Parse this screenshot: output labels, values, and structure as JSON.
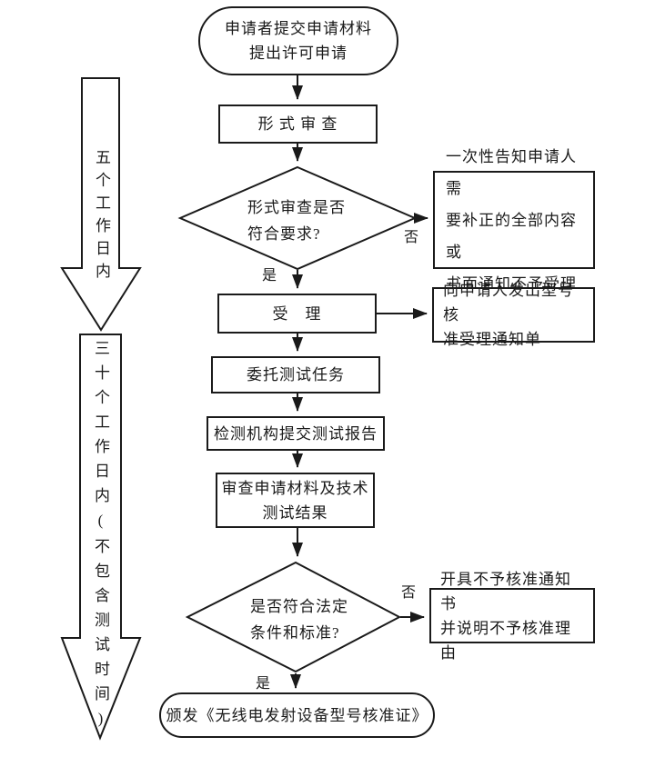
{
  "colors": {
    "line": "#1a1a1a",
    "background": "#ffffff"
  },
  "timeline": [
    {
      "label": "五个工作日内"
    },
    {
      "label": "三十个工作日内(不包含测试时间)"
    }
  ],
  "nodes": {
    "start": {
      "line1": "申请者提交申请材料",
      "line2": "提出许可申请"
    },
    "formal_review": {
      "label": "形 式 审 查"
    },
    "decision_formal": {
      "line1": "形式审查是否",
      "line2": "符合要求?"
    },
    "notify_correction": {
      "line1": "一次性告知申请人需",
      "line2": "要补正的全部内容或",
      "line3": "书面通知不予受理"
    },
    "accept": {
      "label": "受　理"
    },
    "acceptance_notice": {
      "line1": "向申请人发出型号核",
      "line2": "准受理通知单"
    },
    "delegate_test": {
      "label": "委托测试任务"
    },
    "submit_report": {
      "label": "检测机构提交测试报告"
    },
    "review_materials": {
      "line1": "审查申请材料及技术",
      "line2": "测试结果"
    },
    "decision_legal": {
      "line1": "是否符合法定",
      "line2": "条件和标准?"
    },
    "rejection_notice": {
      "line1": "开具不予核准通知书",
      "line2": "并说明不予核准理由"
    },
    "issue_certificate": {
      "label": "颁发《无线电发射设备型号核准证》"
    }
  },
  "edge_labels": {
    "no_formal": "否",
    "yes_formal": "是",
    "no_legal": "否",
    "yes_legal": "是"
  }
}
